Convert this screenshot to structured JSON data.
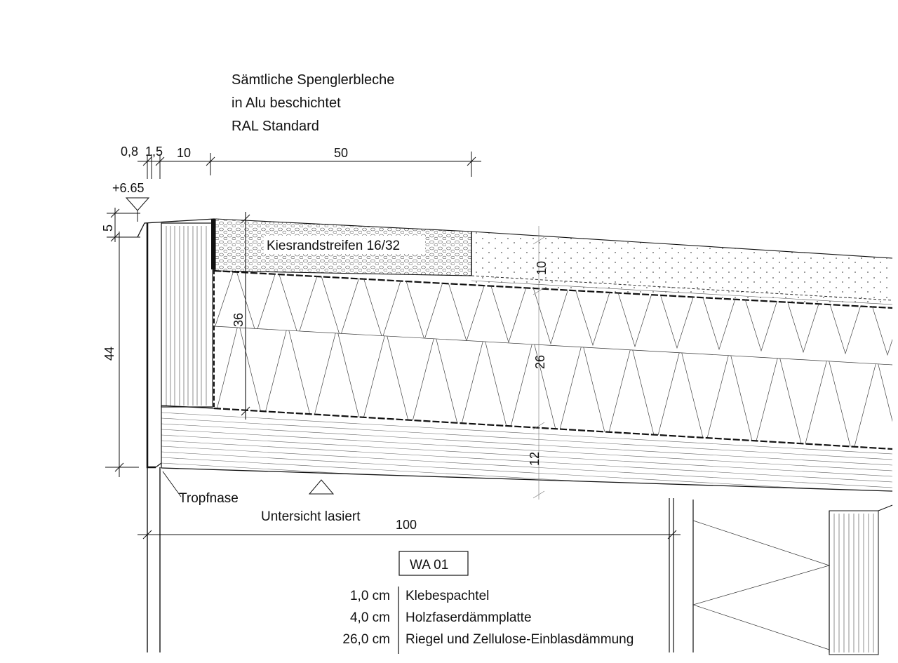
{
  "note": {
    "lines": [
      "Sämtliche Spenglerbleche",
      "in Alu beschichtet",
      "RAL Standard"
    ]
  },
  "dims": {
    "top_a": "0,8",
    "top_b": "1,5",
    "top_c": "10",
    "top_d": "50",
    "left_5": "5",
    "left_44": "44",
    "mid_36": "36",
    "gravel_10": "10",
    "insul_26": "26",
    "board_12": "12",
    "bottom_100": "100"
  },
  "level": {
    "value": "+6.65"
  },
  "labels": {
    "gravel": "Kiesrandstreifen 16/32",
    "drip": "Tropfnase",
    "soffit": "Untersicht lasiert"
  },
  "legend": {
    "code": "WA 01",
    "rows": [
      {
        "thickness": "1,0 cm",
        "material": "Klebespachtel"
      },
      {
        "thickness": "4,0 cm",
        "material": "Holzfaserdämmplatte"
      },
      {
        "thickness": "26,0 cm",
        "material": "Riegel und Zellulose-Einblasdämmung"
      }
    ]
  }
}
